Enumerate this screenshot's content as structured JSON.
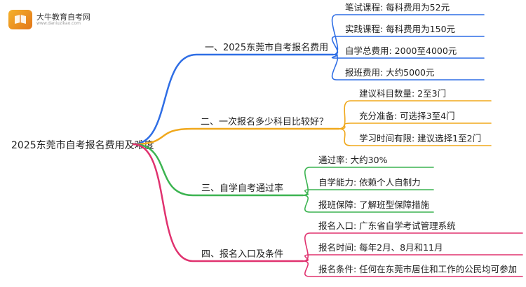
{
  "logo": {
    "name": "大牛教育自考网",
    "url": "www.daniuzikao.com"
  },
  "root": {
    "label": "2025东莞市自考报名费用及难度"
  },
  "branches": [
    {
      "label": "一、2025东莞市自考报名费用",
      "color": "#2f6ee5",
      "children": [
        "笔试课程: 每科费用为52元",
        "实践课程: 每科费用为150元",
        "自学总费用: 2000至4000元",
        "报班费用: 大约5000元"
      ]
    },
    {
      "label": "二、一次报名多少科目比较好？",
      "color": "#f0a81c",
      "children": [
        "建议科目数量: 2至3门",
        "充分准备: 可选择3至4门",
        "学习时间有限: 建议选择1至2门"
      ]
    },
    {
      "label": "三、自学自考通过率",
      "color": "#3cb451",
      "children": [
        "通过率: 大约30%",
        "自学能力: 依赖个人自制力",
        "报班保障: 了解班型保障措施"
      ]
    },
    {
      "label": "四、报名入口及条件",
      "color": "#e0326f",
      "children": [
        "报名入口: 广东省自学考试管理系统",
        "报名时间: 每年2月、8月和11月",
        "报名条件: 任何在东莞市居住和工作的公民均可参加"
      ]
    }
  ]
}
